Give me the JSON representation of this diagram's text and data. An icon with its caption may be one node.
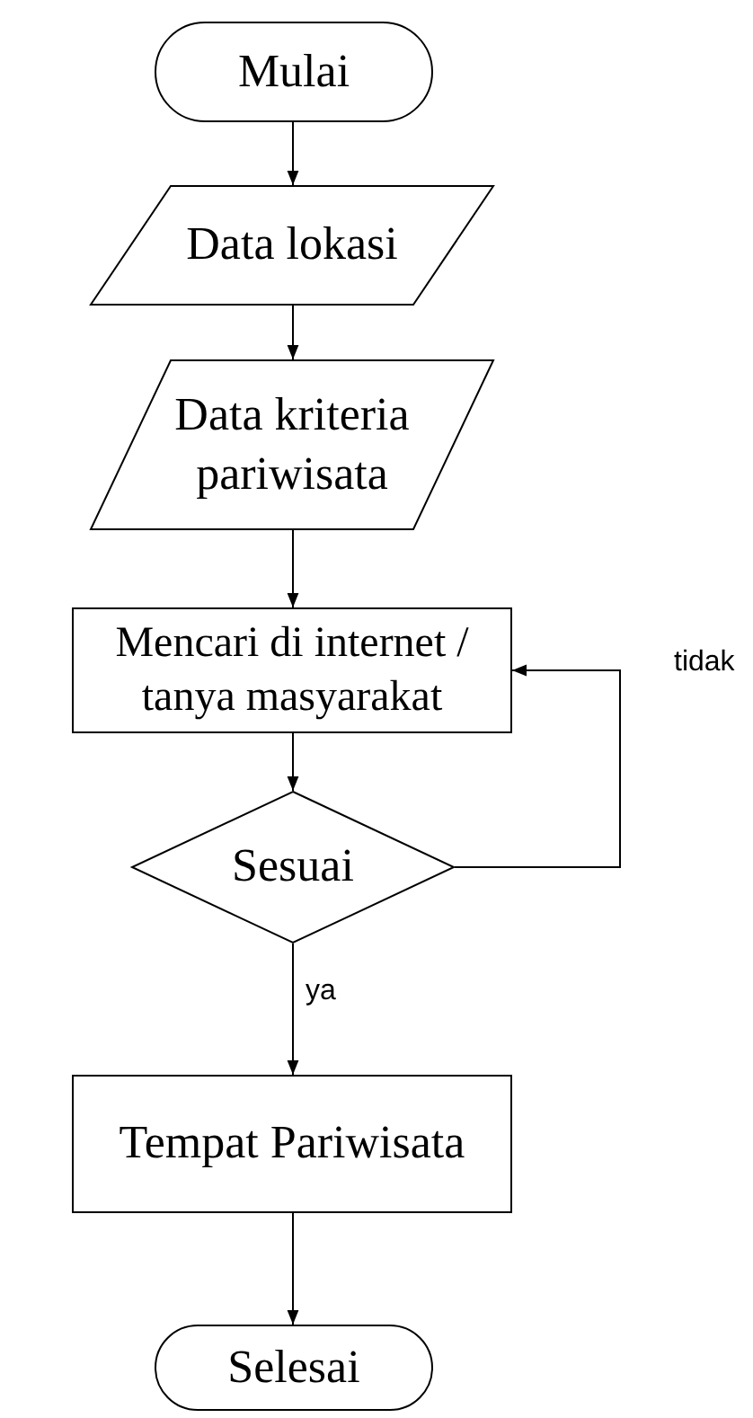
{
  "diagram": {
    "nodes": [
      {
        "text": [
          "Mulai"
        ]
      },
      {
        "text": [
          "Data lokasi"
        ]
      },
      {
        "text": [
          "Data kriteria pariwisata"
        ]
      },
      {
        "text": [
          "Mencari di internet / tanya masyarakat"
        ]
      },
      {
        "text": [
          "Sesuai"
        ]
      },
      {
        "text": [
          "Tempat Pariwisata"
        ]
      },
      {
        "text": [
          "Selesai"
        ]
      }
    ],
    "edges": [
      {
        "from": 0,
        "to": 1,
        "arrow": "to"
      },
      {
        "from": 1,
        "to": 2,
        "arrow": "to"
      },
      {
        "from": 2,
        "to": 3,
        "arrow": "to"
      },
      {
        "from": 3,
        "to": 4,
        "arrow": "to"
      },
      {
        "from": 4,
        "to": 5,
        "arrow": "to",
        "label": "ya"
      },
      {
        "from": 4,
        "to": 3,
        "arrow": "to",
        "label": "tidak"
      },
      {
        "from": 5,
        "to": 6,
        "arrow": "to"
      }
    ]
  }
}
